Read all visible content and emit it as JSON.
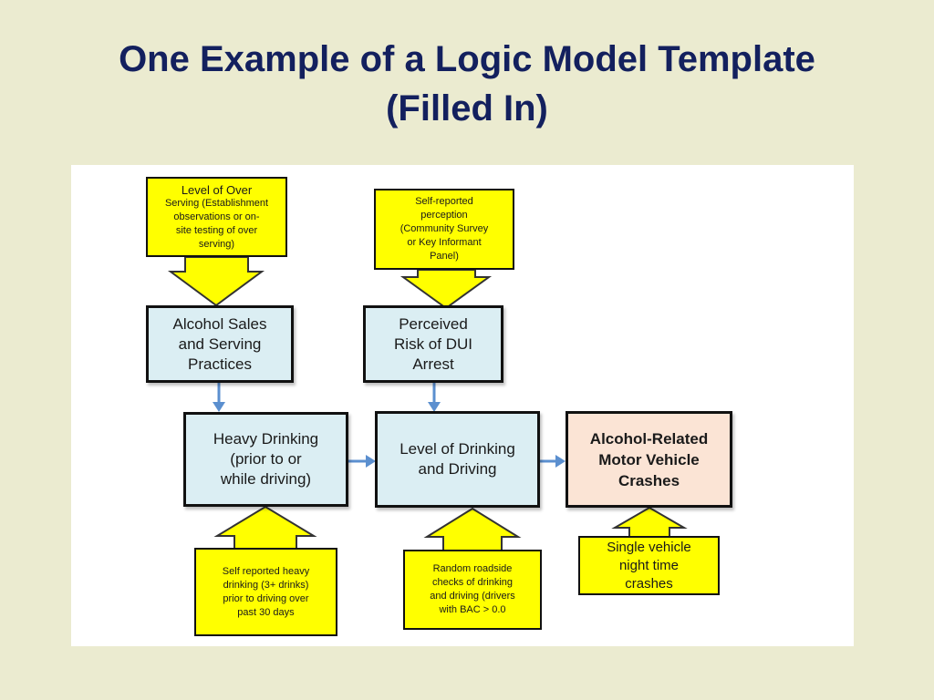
{
  "title": {
    "line1": "One Example of a Logic Model Template",
    "line2": "(Filled In)"
  },
  "colors": {
    "background": "#ebebd0",
    "title": "#13205e",
    "construct_fill": "#dbeef3",
    "outcome_fill": "#fbe4d5",
    "measure_fill": "#ffff00",
    "arrow": "#5b8fcf"
  },
  "constructs": {
    "alcohol_sales": [
      "Alcohol Sales",
      "and Serving",
      "Practices"
    ],
    "perceived_risk": [
      "Perceived",
      "Risk of DUI",
      "Arrest"
    ],
    "heavy_drinking": [
      "Heavy Drinking",
      "(prior to  or",
      "while driving)"
    ],
    "drinking_driving": [
      "Level of Drinking",
      "and Driving"
    ]
  },
  "outcome": [
    "Alcohol-Related",
    "Motor Vehicle",
    "Crashes"
  ],
  "measures": {
    "over_serving": [
      "Level of Over",
      "Serving (Establishment",
      "observations or  on-",
      "site testing of over",
      "serving)"
    ],
    "self_perception": [
      "Self-reported",
      "perception",
      "(Community Survey",
      "or Key Informant",
      "Panel)"
    ],
    "self_heavy": [
      "Self reported heavy",
      "drinking (3+ drinks)",
      "prior to driving over",
      "past 30 days"
    ],
    "roadside": [
      "Random roadside",
      "checks of drinking",
      "and driving (drivers",
      "with BAC >  0.0"
    ],
    "night_crashes": [
      "Single vehicle",
      "night time",
      "crashes"
    ]
  }
}
